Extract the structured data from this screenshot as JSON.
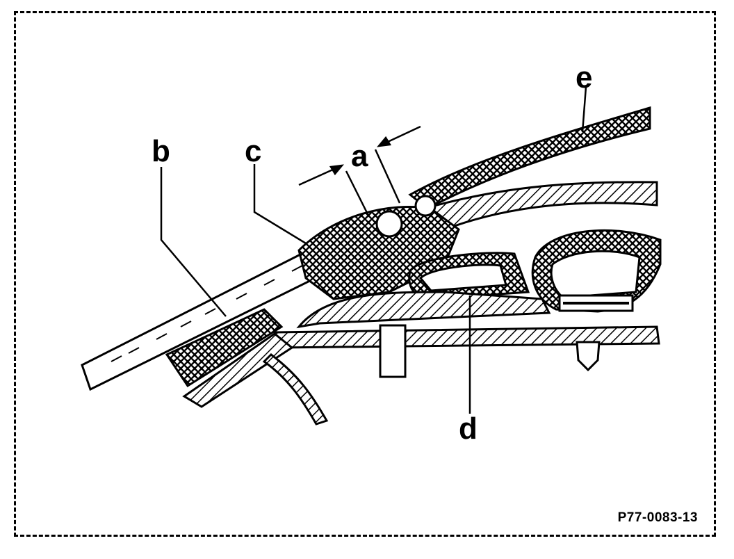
{
  "labels": {
    "a": "a",
    "b": "b",
    "c": "c",
    "d": "d",
    "e": "e"
  },
  "figure_code": "P77-0083-13"
}
